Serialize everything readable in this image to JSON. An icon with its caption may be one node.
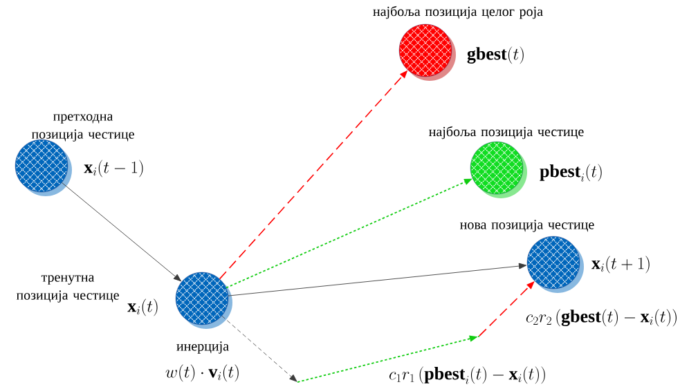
{
  "diagram": {
    "nodes": [
      {
        "text": [
          "претходна позиција честице",
          "\\mathbf{x}_i(t-1)"
        ]
      },
      {
        "text": [
          "тренутна позиција честице",
          "\\mathbf{x}_i(t)"
        ]
      },
      {
        "text": [
          "најбоља позиција целог роја",
          "\\mathbf{gbest}(t)"
        ]
      },
      {
        "text": [
          "најбоља позиција честице",
          "\\mathbf{pbest}_i(t)"
        ]
      },
      {
        "text": [
          "нова позиција честице",
          "\\mathbf{x}_i(t+1)"
        ]
      },
      {
        "text": [],
        "shape": "point"
      }
    ],
    "edges": [
      {
        "from": 0,
        "to": 1,
        "arrow": "to"
      },
      {
        "from": 1,
        "to": 2,
        "arrow": "to",
        "style": "dashed",
        "color": "#ff0000"
      },
      {
        "from": 1,
        "to": 3,
        "arrow": "to",
        "style": "dashed",
        "color": "#11cc11"
      },
      {
        "from": 1,
        "to": 4,
        "arrow": "to"
      },
      {
        "from": 1,
        "to": null,
        "arrow": "to",
        "style": "dashed"
      },
      {
        "from": null,
        "to": 5,
        "arrow": "to",
        "style": "dashed",
        "color": "#11cc11"
      },
      {
        "from": 5,
        "to": 4,
        "arrow": "to",
        "style": "dashed",
        "color": "#ff0000"
      }
    ],
    "labels": [
      "инерција",
      "w(t)\\cdot\\mathbf{v}_i(t)",
      "c_1r_1\\left(\\mathbf{pbest}_i(t)-\\mathbf{x}_i(t)\\right)",
      "c_2r_2\\left(\\mathbf{gbest}(t)-\\mathbf{x}_i(t)\\right)"
    ]
  }
}
